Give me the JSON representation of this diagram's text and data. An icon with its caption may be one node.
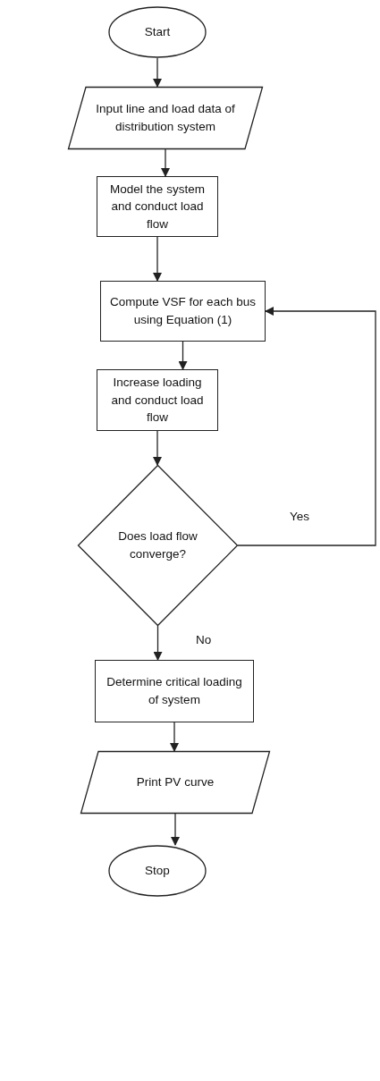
{
  "diagram": {
    "nodes": [
      {
        "text": [
          "Start"
        ]
      },
      {
        "text": [
          "Input line and load data of distribution system"
        ]
      },
      {
        "text": [
          "Model the system and conduct load flow"
        ]
      },
      {
        "text": [
          "Compute VSF for each bus using Equation (1)"
        ]
      },
      {
        "text": [
          "Increase loading and conduct load flow"
        ]
      },
      {
        "text": [
          "Does load flow converge?"
        ]
      },
      {
        "text": [
          "Determine critical loading of system"
        ]
      },
      {
        "text": [
          "Print PV curve"
        ]
      },
      {
        "text": [
          "Stop"
        ]
      }
    ],
    "edges": [
      {
        "from": 0,
        "to": 1,
        "arrow": "to"
      },
      {
        "from": 1,
        "to": 2,
        "arrow": "to"
      },
      {
        "from": 2,
        "to": 3,
        "arrow": "to"
      },
      {
        "from": 3,
        "to": 4,
        "arrow": "to"
      },
      {
        "from": 4,
        "to": 5,
        "arrow": "to"
      },
      {
        "from": 5,
        "to": 3,
        "arrow": "to",
        "label": "Yes"
      },
      {
        "from": 5,
        "to": 6,
        "arrow": "to",
        "label": "No"
      },
      {
        "from": 6,
        "to": 7,
        "arrow": "to"
      },
      {
        "from": 7,
        "to": 8,
        "arrow": "to"
      }
    ]
  }
}
